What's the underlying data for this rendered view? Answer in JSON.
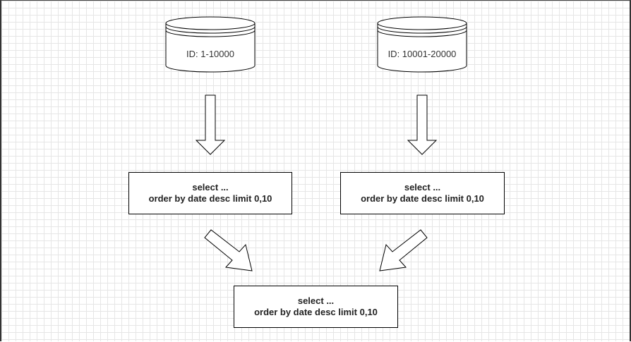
{
  "databases": [
    {
      "label": "ID: 1-10000"
    },
    {
      "label": "ID: 10001-20000"
    }
  ],
  "shard_queries": [
    {
      "line1": "select ...",
      "line2": "order by date desc limit 0,10"
    },
    {
      "line1": "select ...",
      "line2": "order by date desc limit 0,10"
    }
  ],
  "merge_query": {
    "line1": "select ...",
    "line2": "order by date desc limit 0,10"
  }
}
